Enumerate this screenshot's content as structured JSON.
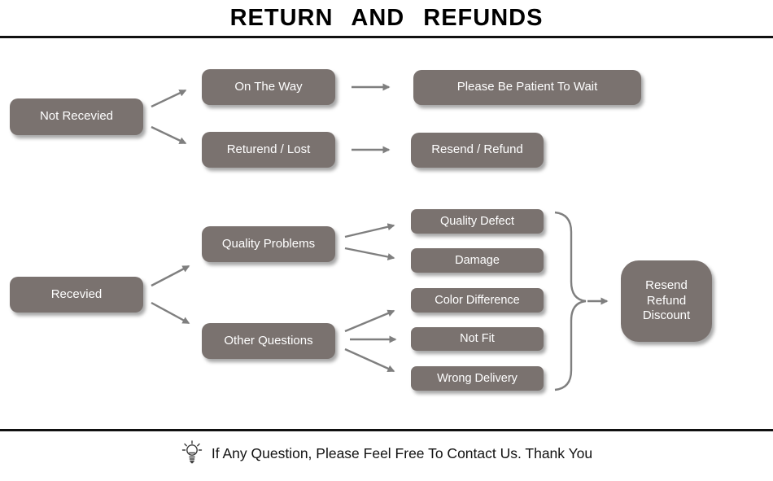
{
  "title": "RETURN  AND  REFUNDS",
  "nodes": {
    "not_received": "Not Recevied",
    "on_the_way": "On The Way",
    "please_wait": "Please Be Patient To Wait",
    "returned_lost": "Returend / Lost",
    "resend_refund": "Resend / Refund",
    "received": "Recevied",
    "quality_problems": "Quality Problems",
    "other_questions": "Other Questions",
    "quality_defect": "Quality Defect",
    "damage": "Damage",
    "color_difference": "Color Difference",
    "not_fit": "Not Fit",
    "wrong_delivery": "Wrong Delivery",
    "resend_refund_discount": "Resend\nRefund\nDiscount"
  },
  "edges": [
    {
      "from": "Not Recevied",
      "to": "On The Way"
    },
    {
      "from": "Not Recevied",
      "to": "Returend / Lost"
    },
    {
      "from": "On The Way",
      "to": "Please Be Patient To Wait"
    },
    {
      "from": "Returend / Lost",
      "to": "Resend / Refund"
    },
    {
      "from": "Recevied",
      "to": "Quality Problems"
    },
    {
      "from": "Recevied",
      "to": "Other Questions"
    },
    {
      "from": "Quality Problems",
      "to": "Quality Defect"
    },
    {
      "from": "Quality Problems",
      "to": "Damage"
    },
    {
      "from": "Other Questions",
      "to": "Color Difference"
    },
    {
      "from": "Other Questions",
      "to": "Not Fit"
    },
    {
      "from": "Other Questions",
      "to": "Wrong Delivery"
    },
    {
      "from": "Quality Defect / Damage / Color Difference / Not Fit / Wrong Delivery",
      "to": "Resend Refund Discount"
    }
  ],
  "footer": {
    "text": "If Any Question, Please Feel Free To Contact Us. Thank You",
    "icon": "lightbulb-icon"
  },
  "colors": {
    "box": "#7a726f",
    "box_text": "#ffffff",
    "arrow": "#7f7f7f",
    "rule": "#111111"
  }
}
